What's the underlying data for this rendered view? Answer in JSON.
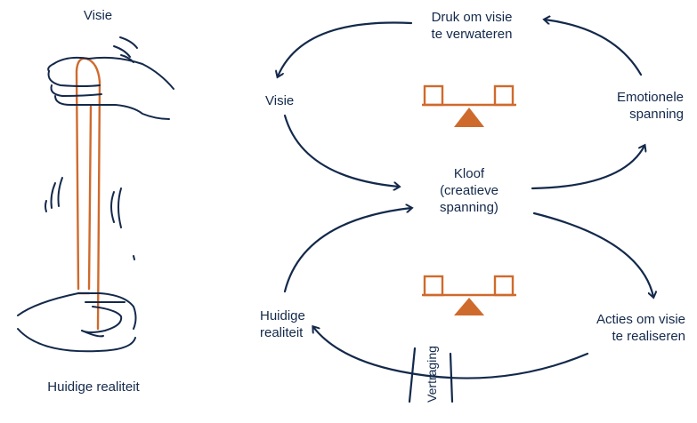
{
  "left_figure": {
    "top_label": "Visie",
    "bottom_label": "Huidige realiteit"
  },
  "cycle": {
    "top": "Druk om visie\nte verwateren",
    "top_line1": "Druk om visie",
    "top_line2": "te verwateren",
    "left_top": "Visie",
    "right_top_line1": "Emotionele",
    "right_top_line2": "spanning",
    "center_line1": "Kloof",
    "center_line2": "(creatieve",
    "center_line3": "spanning)",
    "left_bottom_line1": "Huidige",
    "left_bottom_line2": "realiteit",
    "right_bottom_line1": "Acties om visie",
    "right_bottom_line2": "te realiseren",
    "delay": "Vertraging"
  },
  "colors": {
    "ink": "#13294b",
    "accent": "#cf6a2d"
  },
  "icons": [
    "hands-rubber-band-icon",
    "seesaw-icon"
  ]
}
